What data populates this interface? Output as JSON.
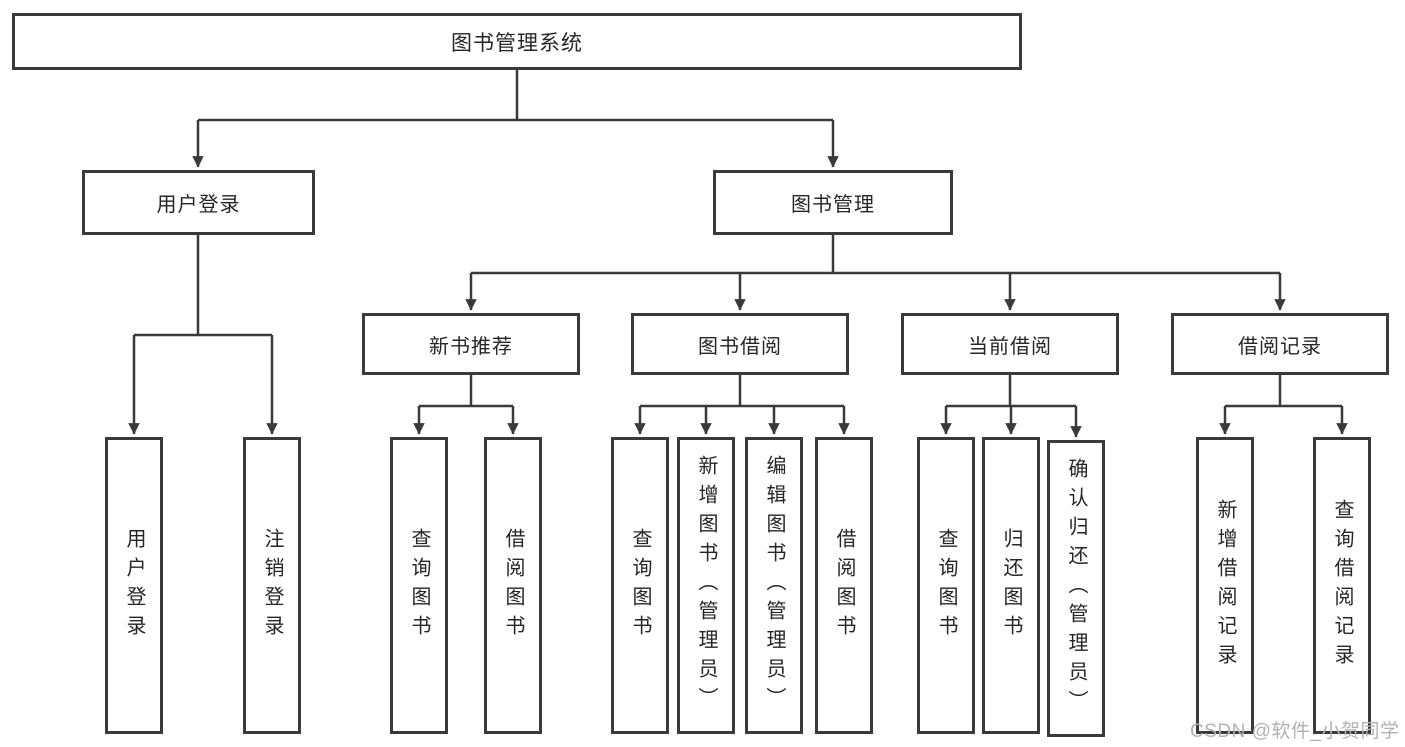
{
  "tree": {
    "root": "图书管理系统",
    "children": [
      {
        "label": "用户登录",
        "children": [
          "用户登录",
          "注销登录"
        ]
      },
      {
        "label": "图书管理",
        "children": [
          {
            "label": "新书推荐",
            "children": [
              "查询图书",
              "借阅图书"
            ]
          },
          {
            "label": "图书借阅",
            "children": [
              "查询图书",
              "新增图书（管理员）",
              "编辑图书（管理员）",
              "借阅图书"
            ]
          },
          {
            "label": "当前借阅",
            "children": [
              "查询图书",
              "归还图书",
              "确认归还（管理员）"
            ]
          },
          {
            "label": "借阅记录",
            "children": [
              "新增借阅记录",
              "查询借阅记录"
            ]
          }
        ]
      }
    ]
  },
  "watermark": "CSDN @软件_小贺同学",
  "colors": {
    "line": "#3a3a3a",
    "text": "#262626",
    "watermark": "#b2b2b2",
    "background": "#ffffff"
  }
}
